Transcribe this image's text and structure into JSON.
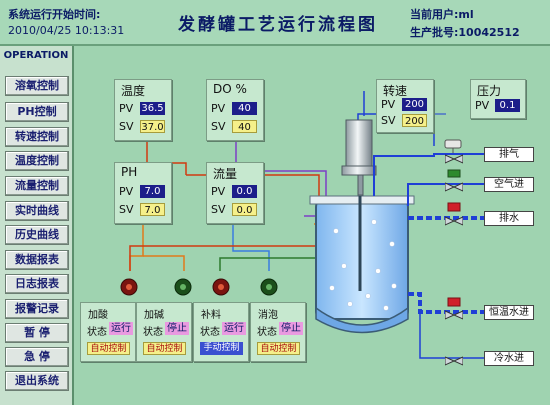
{
  "header": {
    "start_label": "系统运行开始时间:",
    "start_time": "2010/04/25  10:13:31",
    "title": "发酵罐工艺运行流程图",
    "user_label": "当前用户:ml",
    "batch_label": "生产批号:10042512"
  },
  "sidebar": {
    "heading": "OPERATION",
    "items": [
      "溶氧控制",
      "PH控制",
      "转速控制",
      "温度控制",
      "流量控制",
      "实时曲线",
      "历史曲线",
      "数据报表",
      "日志报表",
      "报警记录",
      "暂  停",
      "急  停",
      "退出系统"
    ]
  },
  "panels": {
    "temperature": {
      "title": "温度",
      "pv_label": "PV",
      "sv_label": "SV",
      "pv": "36.5",
      "sv": "37.0"
    },
    "do": {
      "title": "DO %",
      "pv_label": "PV",
      "sv_label": "SV",
      "pv": "40",
      "sv": "40"
    },
    "ph": {
      "title": "PH",
      "pv_label": "PV",
      "sv_label": "SV",
      "pv": "7.0",
      "sv": "7.0"
    },
    "flow": {
      "title": "流量",
      "pv_label": "PV",
      "sv_label": "SV",
      "pv": "0.0",
      "sv": "0.0"
    },
    "speed": {
      "title": "转速",
      "pv_label": "PV",
      "sv_label": "SV",
      "pv": "200",
      "sv": "200"
    },
    "pressure": {
      "title": "压力",
      "pv_label": "PV",
      "pv": "0.1"
    }
  },
  "controls": [
    {
      "name": "加酸",
      "state_label": "状态",
      "state": "运行",
      "mode": "自动控制"
    },
    {
      "name": "加碱",
      "state_label": "状态",
      "state": "停止",
      "mode": "自动控制"
    },
    {
      "name": "补料",
      "state_label": "状态",
      "state": "运行",
      "mode": "手动控制"
    },
    {
      "name": "消泡",
      "state_label": "状态",
      "state": "停止",
      "mode": "自动控制"
    }
  ],
  "pipes": {
    "exhaust": "排气",
    "air_in": "空气进",
    "drain": "排水",
    "hot_water_in": "恒温水进",
    "cold_water_in": "冷水进"
  },
  "colors": {
    "background": "#9fd3b0",
    "pv_display": "#1c1e8a",
    "sv_display": "#f5f08a",
    "state_run": "#e99ae0",
    "state_stop": "#e99ae0",
    "mode_auto": "#f5f08a",
    "mode_manual": "#3a4fd0",
    "water_pipe": "#1f3fd6",
    "signal_red": "#d03a10",
    "signal_purple": "#7d3fc6",
    "signal_orange": "#e07a1a"
  }
}
